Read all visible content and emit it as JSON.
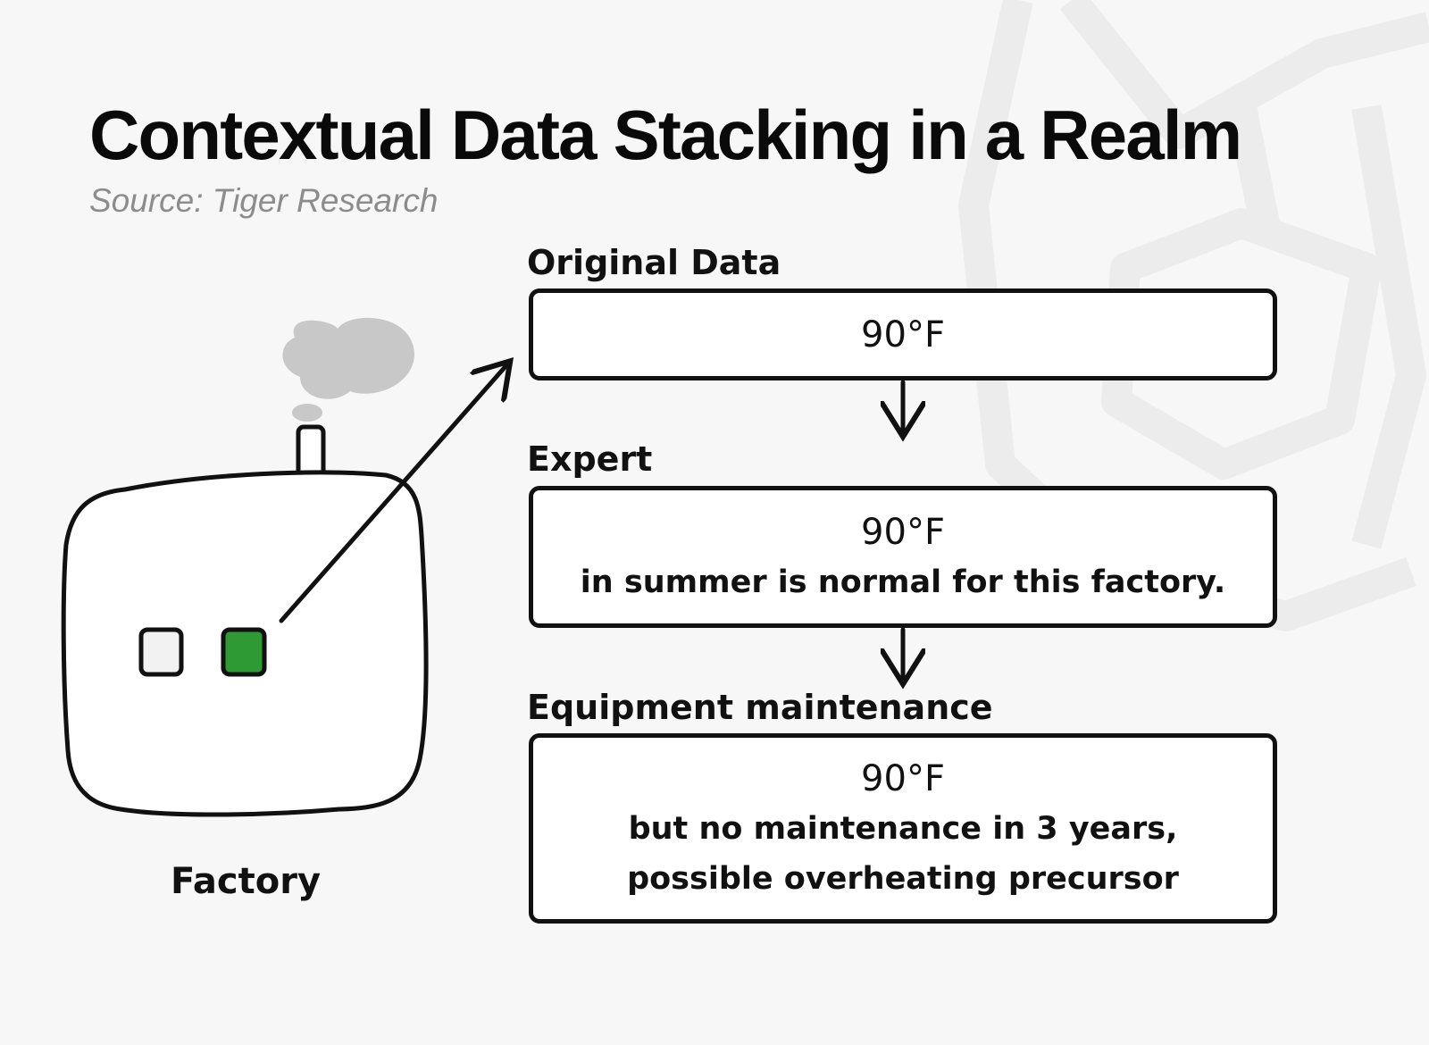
{
  "title": "Contextual Data Stacking in a Realm",
  "source": "Source: Tiger Research",
  "factory": {
    "label": "Factory"
  },
  "stages": [
    {
      "label": "Original Data",
      "value": "90°F",
      "notes": []
    },
    {
      "label": "Expert",
      "value": "90°F",
      "notes": [
        "in summer is normal for this factory."
      ]
    },
    {
      "label": "Equipment maintenance",
      "value": "90°F",
      "notes": [
        "but no maintenance in 3 years,",
        "possible overheating precursor"
      ]
    }
  ],
  "colors": {
    "background": "#f7f7f7",
    "indicator_active": "#2e9a34",
    "indicator_inactive": "#f2f2f2",
    "smoke": "#c8c8c8",
    "stroke": "#111111",
    "source_text": "#8c8c8c"
  },
  "icons": {
    "factory": "factory-icon",
    "smoke": "smoke-icon",
    "arrow": "arrow-icon",
    "watermark": "tiger-logo-watermark"
  }
}
